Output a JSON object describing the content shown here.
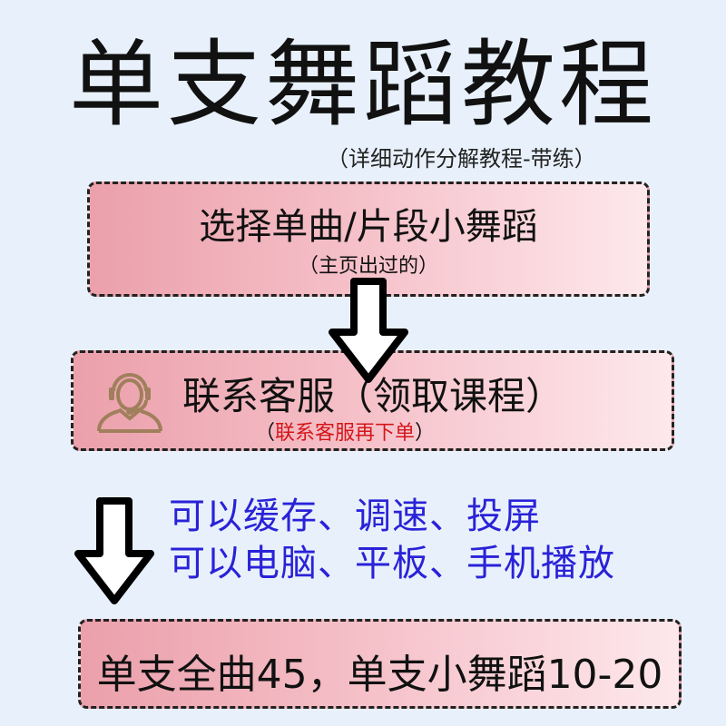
{
  "title": "单支舞蹈教程",
  "subtitle": "（详细动作分解教程-带练）",
  "step1": {
    "main": "选择单曲/片段小舞蹈",
    "note": "（主页出过的）"
  },
  "step2": {
    "main": "联系客服（领取课程）",
    "note_open": "（",
    "note": "联系客服再下单",
    "note_close": "）"
  },
  "features": [
    "可以缓存、调速、投屏",
    "可以电脑、平板、手机播放"
  ],
  "price": "单支全曲45，单支小舞蹈10-20",
  "colors": {
    "icon": "#a07f5c",
    "note_red": "#d4161a",
    "feature_blue": "#2a22d8"
  }
}
